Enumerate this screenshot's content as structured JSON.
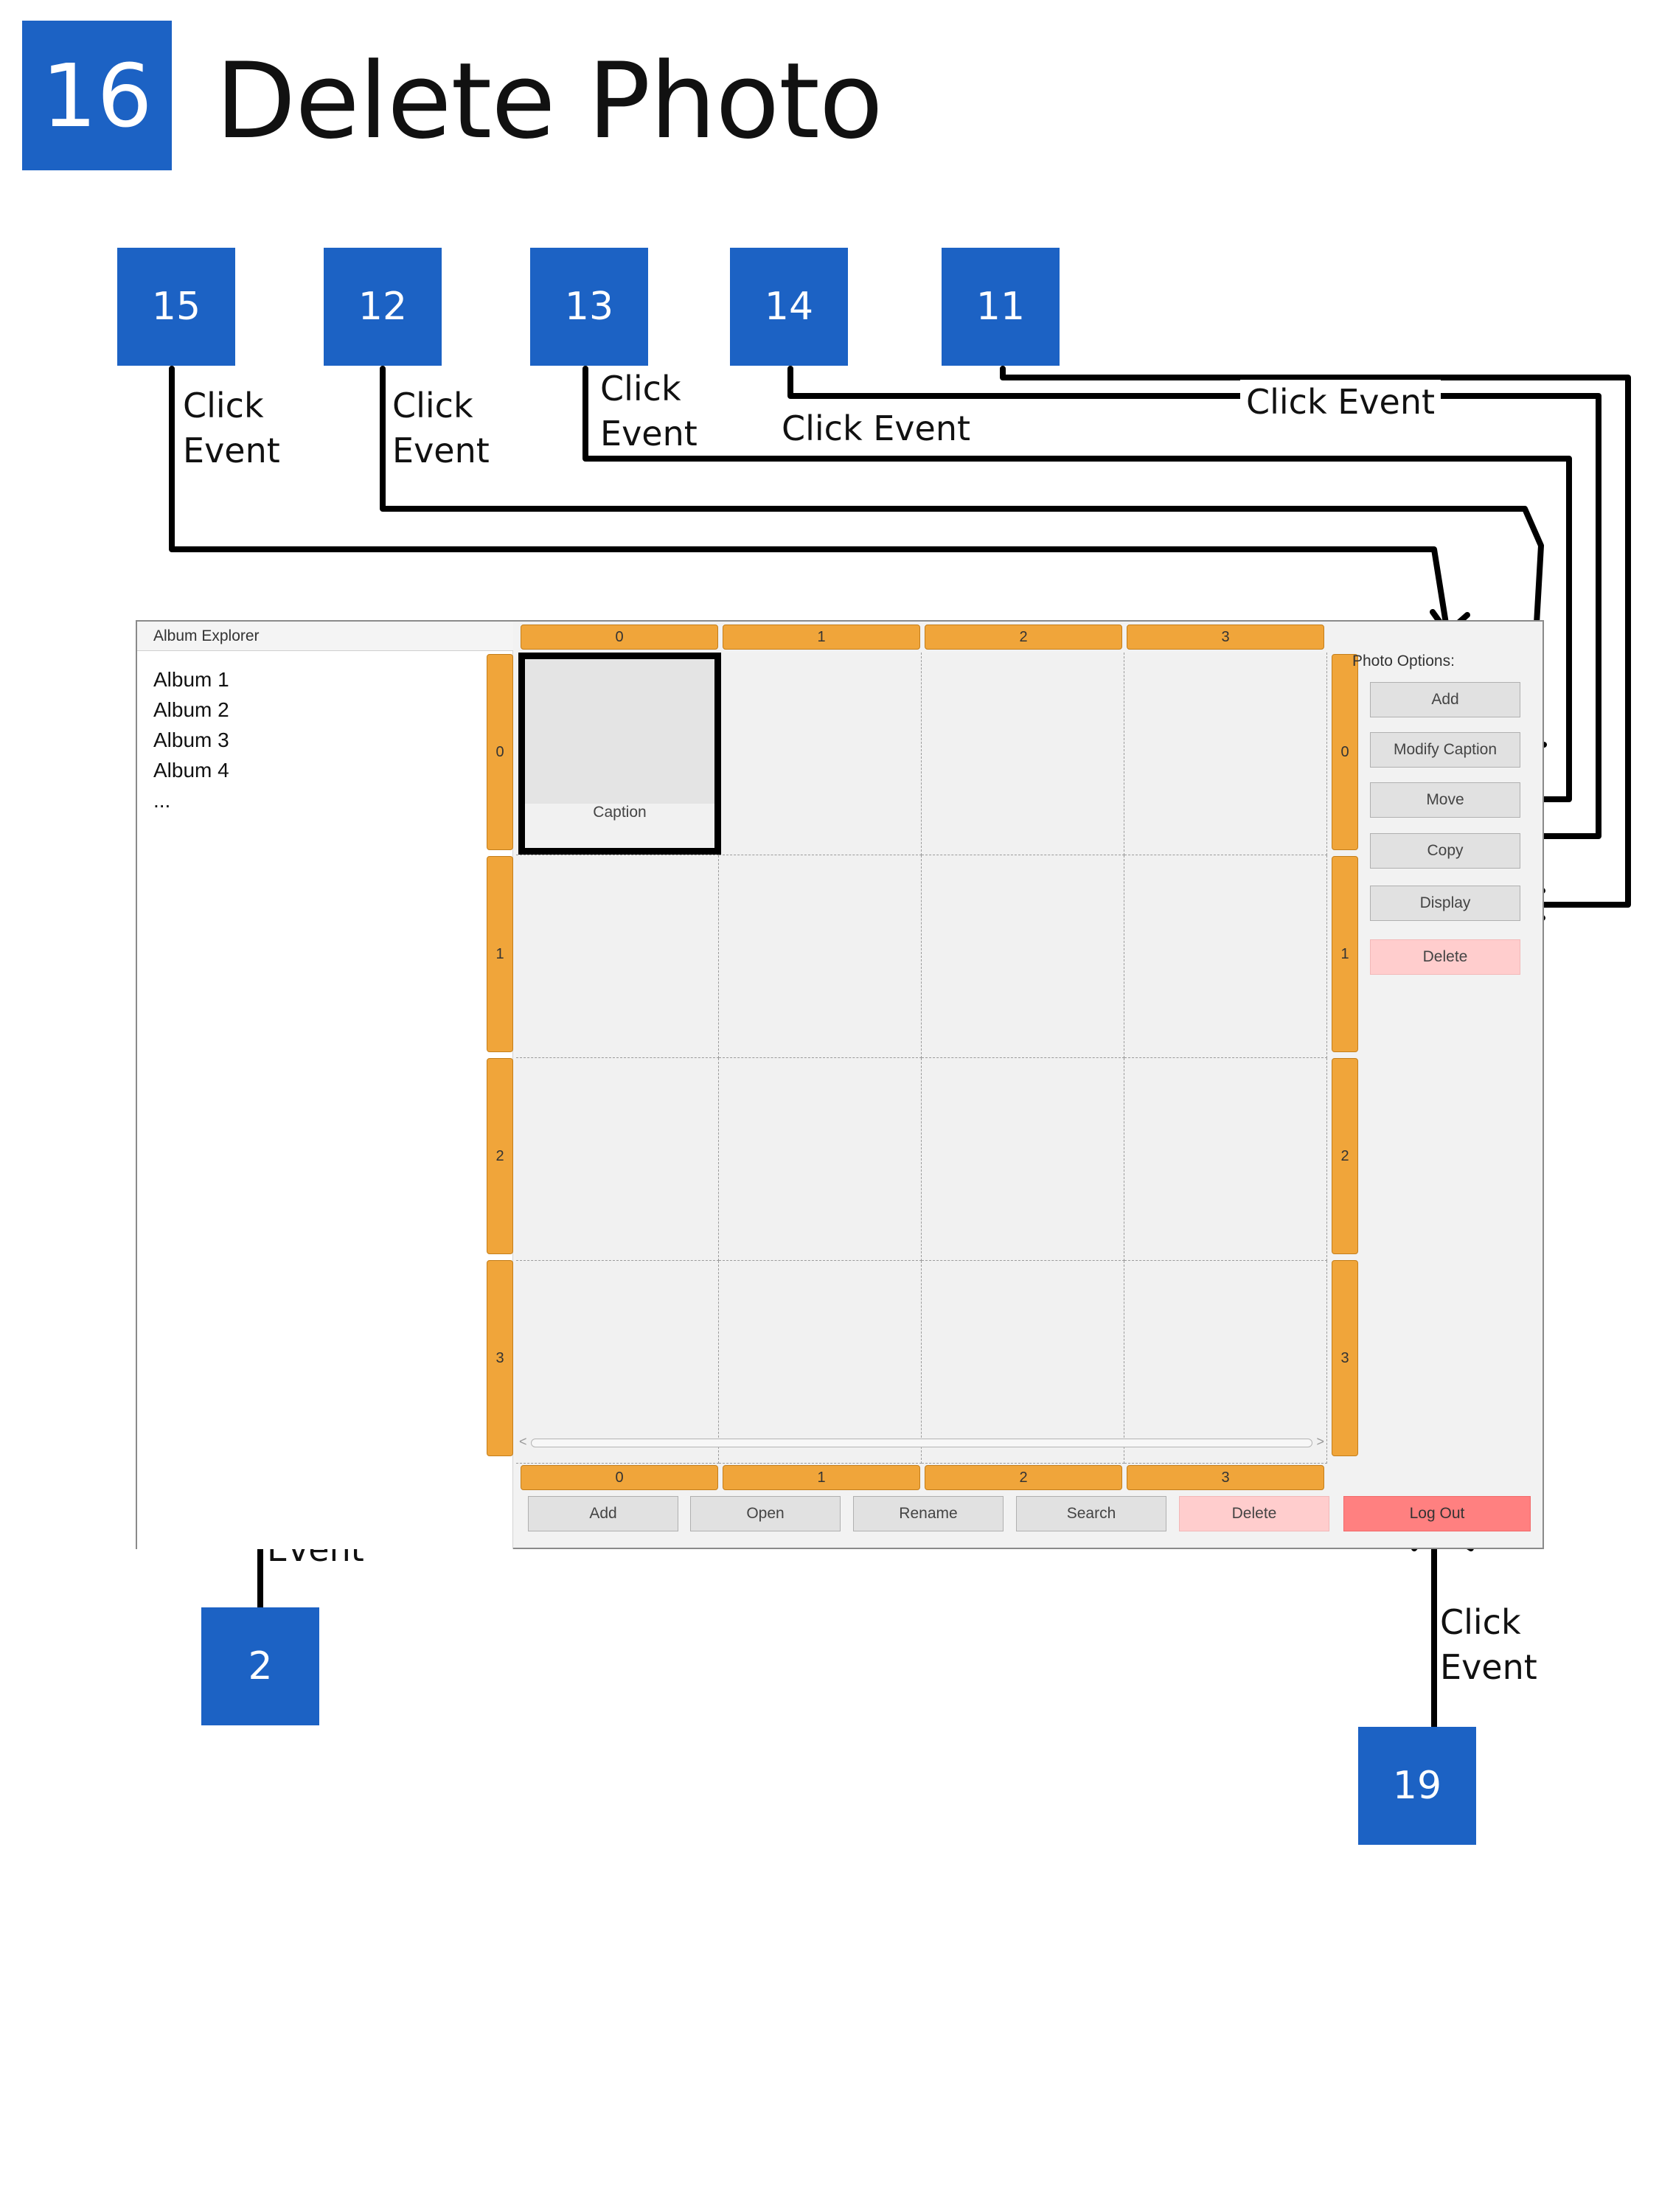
{
  "header": {
    "number": "16",
    "title": "Delete Photo"
  },
  "links": [
    {
      "number": "15",
      "label": "Click\nEvent"
    },
    {
      "number": "12",
      "label": "Click\nEvent"
    },
    {
      "number": "13",
      "label": "Click\nEvent"
    },
    {
      "number": "14",
      "label": "Click Event"
    },
    {
      "number": "11",
      "label": "Click Event"
    },
    {
      "number": "2",
      "label": "Click\nEvent"
    },
    {
      "number": "19",
      "label": "Click\nEvent"
    }
  ],
  "window": {
    "explorer_title": "Album Explorer",
    "albums": [
      "Album 1",
      "Album 2",
      "Album 3",
      "Album 4",
      "..."
    ],
    "column_headers": [
      "0",
      "1",
      "2",
      "3"
    ],
    "row_headers": [
      "0",
      "1",
      "2",
      "3"
    ],
    "photo_caption": "Caption",
    "photo_options_label": "Photo Options:",
    "photo_buttons": [
      "Add",
      "Modify Caption",
      "Move",
      "Copy",
      "Display",
      "Delete"
    ],
    "album_buttons": [
      "Add",
      "Open",
      "Rename",
      "Search",
      "Delete"
    ],
    "logout_label": "Log Out",
    "scroll_left": "<",
    "scroll_right": ">"
  },
  "colors": {
    "badge_blue": "#1c62c4",
    "header_orange": "#f0a53a",
    "delete_pink": "#ffcdcd",
    "logout_red": "#ff8080"
  }
}
